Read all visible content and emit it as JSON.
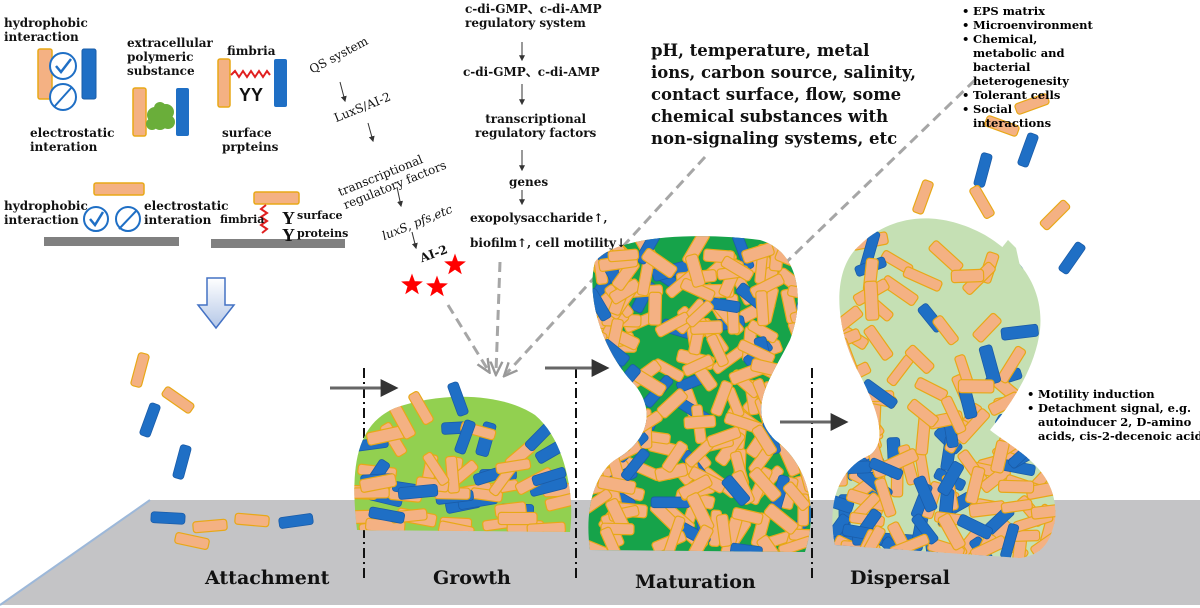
{
  "legend": {
    "hydrophobic_top": "hydrophobic\ninteraction",
    "electrostatic_top": "electrostatic\ninteration",
    "eps": "extracellular\npolymeric\nsubstance",
    "fimbria_top": "fimbria",
    "surface_top": "surface\nprpteins",
    "hydrophobic_bottom": "hydrophobic\ninteraction",
    "electrostatic_bottom": "electrostatic\ninteration",
    "fimbria_bottom": "fimbria",
    "surface_bottom": "surface",
    "proteins_bottom": "proteins"
  },
  "qs_pathway": {
    "steps": [
      "QS system",
      "LuxS/AI-2",
      "transcriptional\nregulatory factors",
      "luxS, pfs,etc",
      "AI-2"
    ]
  },
  "cdi_pathway": {
    "steps": [
      "c-di-GMP、c-di-AMP\nregulatory system",
      "c-di-GMP、c-di-AMP",
      "transcriptional\nregulatory factors",
      "genes",
      "exopolysaccharide↑,",
      "biofilm↑, cell motility↓"
    ]
  },
  "environment_text": "pH, temperature, metal\nions, carbon source, salinity,\ncontact surface, flow, some\nchemical substances with\nnon-signaling systems, etc",
  "maturation_factors": [
    "EPS matrix",
    "Microenvironment",
    "Chemical, metabolic and bacterial heterogenesity",
    "Tolerant cells",
    "Social interactions"
  ],
  "dispersal_factors": [
    "Motility induction",
    "Detachment signal, e.g. autoinducer 2, D-amino acids, cis-2-decenoic acid"
  ],
  "stages": [
    "Attachment",
    "Growth",
    "Maturation",
    "Dispersal"
  ],
  "colors": {
    "orange_cell": "#F4B183",
    "cell_border": "#E8A817",
    "blue_cell": "#1F6FC5",
    "growth_matrix": "#92D050",
    "maturation_matrix": "#16A34A",
    "dispersal_matrix": "#C5E0B4",
    "surface": "#BFBFBF",
    "arrow_gray": "#808080",
    "star_red": "#FF0000"
  }
}
